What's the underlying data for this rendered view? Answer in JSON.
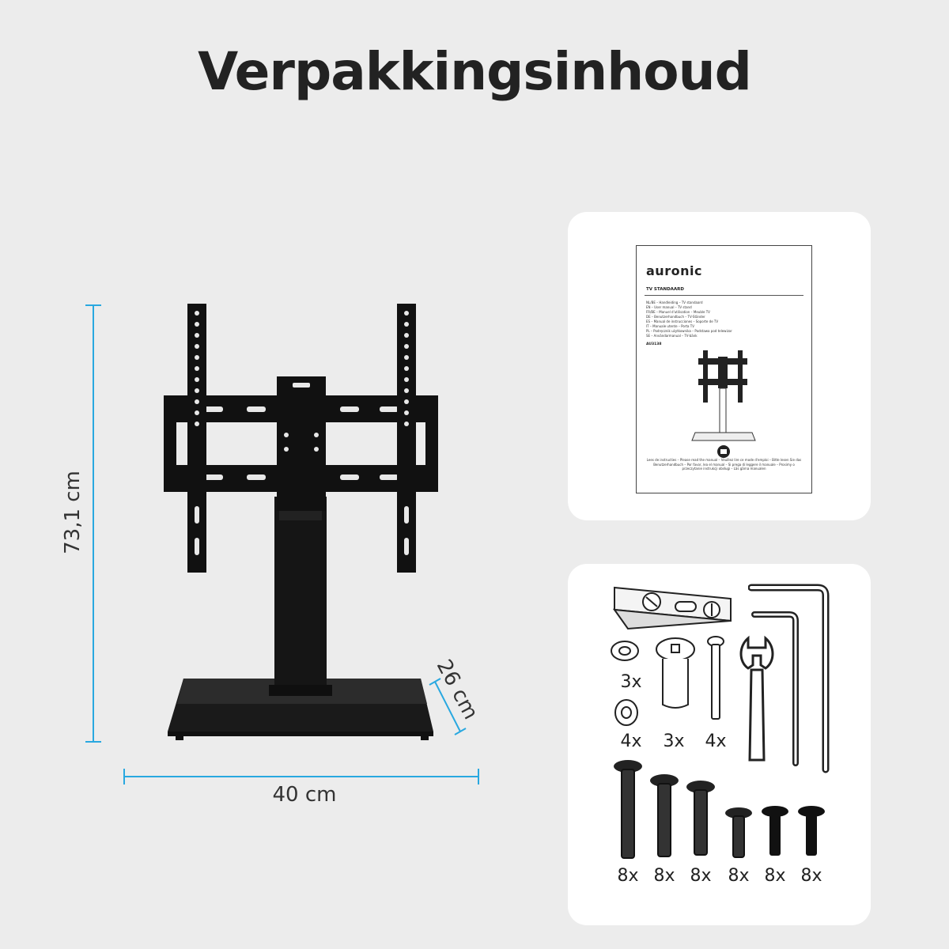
{
  "title": "Verpakkingsinhoud",
  "dimensions": {
    "height": "73,1 cm",
    "width": "40 cm",
    "depth": "26 cm"
  },
  "accent_color": "#29a8e0",
  "manual": {
    "brand": "auronic",
    "heading": "TV STANDAARD",
    "languages": [
      "NL/BE – Handleiding – TV standaard",
      "EN – User manual – TV stand",
      "FR/BE – Manuel d'utilisation – Meuble TV",
      "DE – Benutzerhandbuch – TV-Ständer",
      "ES – Manual de instrucciones – Soporte de TV",
      "IT – Manuale utente – Porta TV",
      "PL – Podręcznik użytkownika – Podstawa pod telewizor",
      "SE – Användarmanual – TV-bänk"
    ],
    "code": "AU3138",
    "footer": "Lees de instructies – Please read the manual – Veuillez lire ce mode d'emploi – Bitte lesen Sie das Benutzerhandbuch – Por favor, lea el manual – Si prega di leggere il manuale – Prosimy o przeczytanie instrukcji obsługi – Läs gärna manualen"
  },
  "parts": {
    "washers_large_qty": "3x",
    "washers_small_qty": "4x",
    "spacers_qty": "3x",
    "long_bolts_qty": "4x",
    "screw_quantities": [
      "8x",
      "8x",
      "8x",
      "8x",
      "8x",
      "8x"
    ],
    "icons": [
      "bubble-level-icon",
      "washer-icon",
      "spacer-icon",
      "bolt-icon",
      "wrench-icon",
      "allen-key-icon",
      "screw-icon"
    ]
  }
}
